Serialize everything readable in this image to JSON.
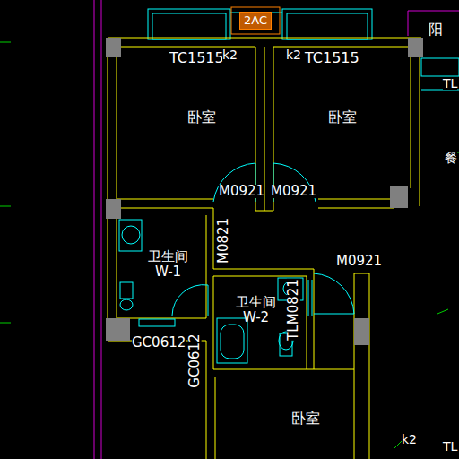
{
  "diagram": {
    "nodes": [
      {
        "text": [
          "2AC"
        ]
      },
      {
        "text": [
          "卧室"
        ]
      },
      {
        "text": [
          "卧室"
        ]
      },
      {
        "text": [
          "卫生间",
          "W-1"
        ]
      },
      {
        "text": [
          "卫生间",
          "W-2"
        ]
      },
      {
        "text": [
          "卧室"
        ]
      }
    ],
    "labels": [
      "阳",
      "TC1515",
      "k2",
      "k2",
      "TC1515",
      "TL",
      "餐",
      "M0921",
      "M0921",
      "M0821",
      "M0921",
      "TLM0821",
      "GC0612",
      "GC0612",
      "k2",
      "TL"
    ]
  }
}
